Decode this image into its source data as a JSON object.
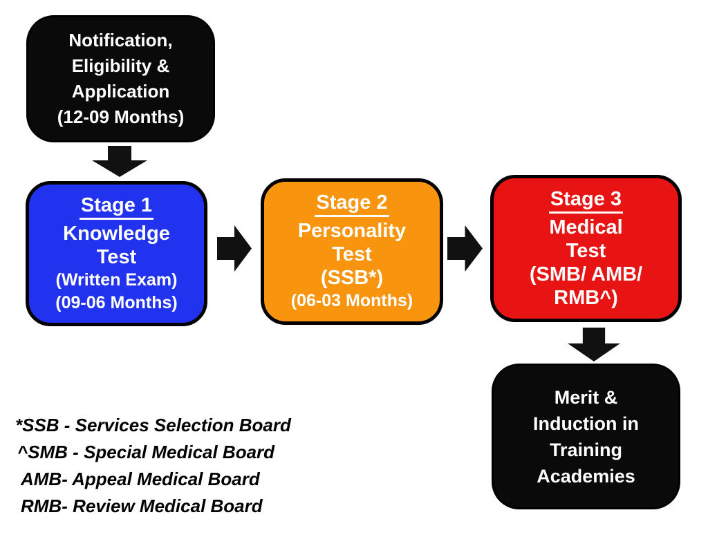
{
  "colors": {
    "background": "#ffffff",
    "black-box": "#0a0a0a",
    "stage1-blue": "#2133ee",
    "stage2-orange": "#f8940d",
    "stage3-red": "#e81414",
    "arrow-black": "#111111",
    "box-text": "#ffffff",
    "legend-text": "#000000"
  },
  "boxes": {
    "notification": {
      "lines": [
        "Notification,",
        "Eligibility &",
        "Application",
        "(12-09 Months)"
      ]
    },
    "stage1": {
      "title": "Stage 1",
      "lines": [
        "Knowledge",
        "Test",
        "(Written Exam)",
        "(09-06 Months)"
      ]
    },
    "stage2": {
      "title": "Stage 2",
      "lines": [
        "Personality",
        "Test",
        "(SSB*)",
        "(06-03 Months)"
      ]
    },
    "stage3": {
      "title": "Stage 3",
      "lines": [
        "Medical",
        "Test",
        "(SMB/ AMB/",
        "RMB^)"
      ]
    },
    "merit": {
      "lines": [
        "Merit &",
        "Induction in",
        "Training",
        "Academies"
      ]
    }
  },
  "legend": {
    "lines": [
      "*SSB - Services Selection Board",
      "^SMB - Special Medical Board",
      "AMB- Appeal Medical Board",
      "RMB- Review Medical Board"
    ]
  }
}
